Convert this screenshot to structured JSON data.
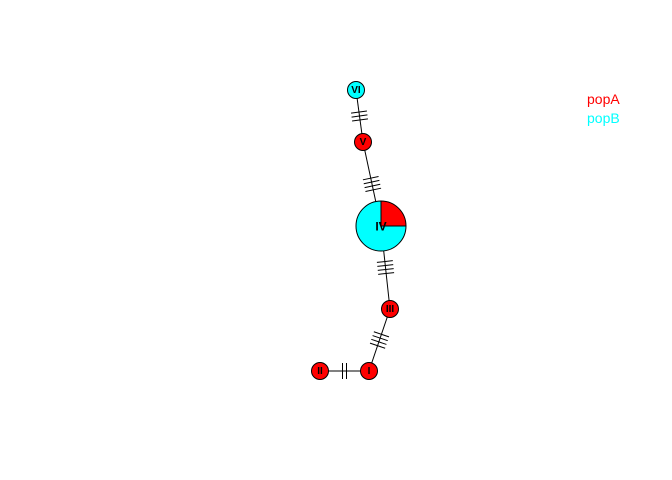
{
  "legend": [
    {
      "label": "popA",
      "color": "#FF0000"
    },
    {
      "label": "popB",
      "color": "#00FFFF"
    }
  ],
  "nodes": [
    {
      "id": "I",
      "label": "I",
      "popA": 1,
      "popB": 0
    },
    {
      "id": "II",
      "label": "II",
      "popA": 1,
      "popB": 0
    },
    {
      "id": "III",
      "label": "III",
      "popA": 1,
      "popB": 0
    },
    {
      "id": "IV",
      "label": "IV",
      "popA": 2,
      "popB": 6
    },
    {
      "id": "V",
      "label": "V",
      "popA": 1,
      "popB": 0
    },
    {
      "id": "VI",
      "label": "VI",
      "popA": 0,
      "popB": 1
    }
  ],
  "links": [
    {
      "from": "II",
      "to": "I",
      "mutations": 2
    },
    {
      "from": "I",
      "to": "III",
      "mutations": 4
    },
    {
      "from": "III",
      "to": "IV",
      "mutations": 4
    },
    {
      "from": "IV",
      "to": "V",
      "mutations": 4
    },
    {
      "from": "V",
      "to": "VI",
      "mutations": 3
    }
  ]
}
